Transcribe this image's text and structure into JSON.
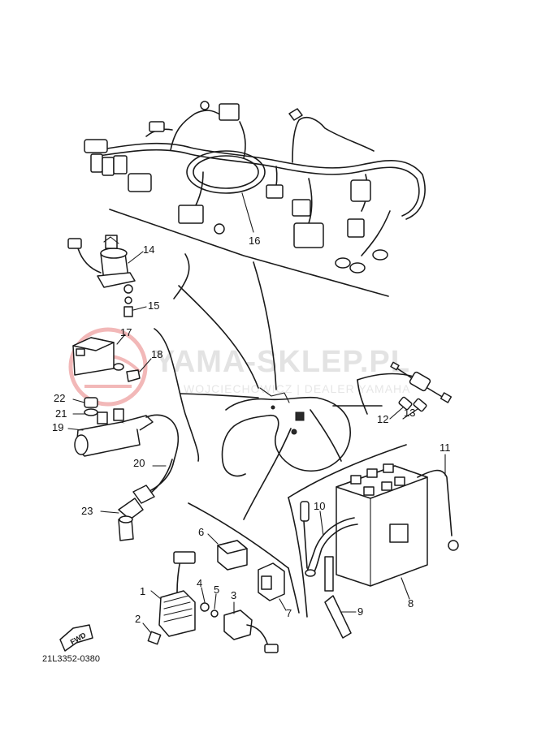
{
  "diagram": {
    "reference_code": "21L3352-0380",
    "direction_label": "FWD",
    "watermark": {
      "title": "YAMA-SKLEP.PL",
      "subtitle": "WOJCIECHOWICZ | DEALER YAMAHA",
      "color": "#e3e3e3",
      "logo_color": "#f2b8b8"
    },
    "callouts": [
      "1",
      "2",
      "3",
      "4",
      "5",
      "6",
      "7",
      "8",
      "9",
      "10",
      "11",
      "12",
      "13",
      "14",
      "15",
      "16",
      "17",
      "18",
      "19",
      "20",
      "21",
      "22",
      "23"
    ]
  }
}
